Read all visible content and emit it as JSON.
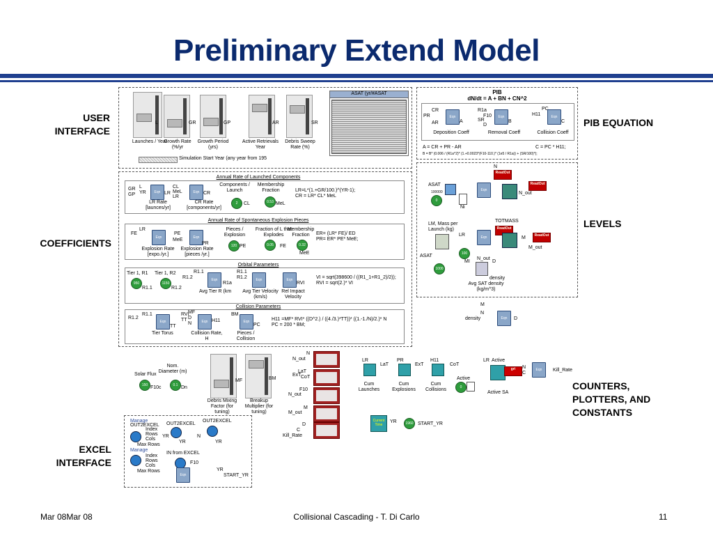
{
  "slide": {
    "title": "Preliminary Extend Model",
    "footer_left": "Mar 08Mar 08",
    "footer_center": "Collisional Cascading - T. Di Carlo",
    "footer_right": "11"
  },
  "section_labels": {
    "user_interface": "USER INTERFACE",
    "coefficients": "COEFFICIENTS",
    "excel_interface": "EXCEL INTERFACE",
    "pib_equation": "PIB EQUATION",
    "levels": "LEVELS",
    "counters": "COUNTERS, PLOTTERS, AND CONSTANTS"
  },
  "user_interface": {
    "sliders": [
      {
        "id": "L",
        "caption": "Launches / Year"
      },
      {
        "id": "GR",
        "caption": "Growth Rate (%/yr"
      },
      {
        "id": "GP",
        "caption": "Growth Period (yrs)"
      },
      {
        "id": "AR",
        "caption": "Active Retrievals Year"
      },
      {
        "id": "SR",
        "caption": "Debris Sweep Rate (%)"
      }
    ],
    "asat_title": "ASAT (yr/#ASAT",
    "sim_start": "Simulation Start Year (any year from 195"
  },
  "coefficients": {
    "launched": {
      "title": "Annual Rate of Launched Components",
      "inputs": [
        "GR",
        "YR",
        "GP"
      ],
      "lr_rate": "LR Rate [launces/yr]",
      "cr_rate": "CR Rate [components/yr]",
      "components_label": "Components / Launch",
      "membership_label": "Membership Fraction",
      "cl": "CL",
      "mel": "MeL",
      "eq1": "LR=L*(1.+GR/100.)^(YR-1);",
      "eq2": "CR = LR* CL* MeL"
    },
    "explosion": {
      "title": "Annual Rate of Spontaneous Explosion Pieces",
      "fe": "FE",
      "lr": "LR",
      "pe": "PE",
      "mee": "MeE",
      "pr": "PR",
      "er_rate": "Explosion Rate [expo./yr.]",
      "exp_rate": "Explosion Rate [pieces /yr.]",
      "pieces_label": "Pieces / Explosion",
      "fraction_label": "Fraction of L that Explodes",
      "membership_label": "Membership Fraction",
      "eq1": "ER= (LR* FE)/ ED",
      "eq2": "PR= ER* PE* MeE;"
    },
    "orbital": {
      "title": "Orbital Parameters",
      "tier1_r1": "Tier 1, R1",
      "tier1_r2": "Tier 1, R2",
      "r11": "R1.1",
      "r12": "R1.2",
      "r1a": "R1a",
      "rvi": "RVI",
      "avg_tier_r": "Avg Tier R (km",
      "avg_vel": "Avg Tier Velocity (km/s)",
      "rel_impact": "Rel Impact Velocity",
      "eq1": "VI = sqrt(398600 / ((R1_1+R1_2)/2));",
      "eq2": "RVI = sqrt(2.)* VI"
    },
    "collision": {
      "title": "Collision Parameters",
      "r12": "R1.2",
      "r11": "R1.1",
      "tt": "TT",
      "rvi": "RVI",
      "mf": "MF",
      "d": "D",
      "n": "N",
      "bm": "BM",
      "h11": "H11",
      "pc": "PC",
      "tier_torus": "Tier Torus",
      "collision_rate": "Collision Rate, H",
      "pieces_collision": "Pieces / Collision",
      "eq1": "H11 =MF* RVI* ((D^2.) / ((4./3.)*TT))* ((1.-1./N)/2.)* N",
      "eq2": "PC = 200 * BM;"
    }
  },
  "pib": {
    "title": "PIB",
    "equation": "dN/dt = A + BN + CN^2",
    "inputs_a": [
      "PR",
      "CR",
      "AR"
    ],
    "inputs_b": [
      "R1a",
      "F10",
      "SR",
      "D"
    ],
    "inputs_c": [
      "PC",
      "H11"
    ],
    "ports": [
      "A",
      "B",
      "C"
    ],
    "captions": [
      "Deposition Coeff",
      "Removal Coeff",
      "Collision Coeff"
    ],
    "eq_a": "A = CR + PR - AR",
    "eq_b": "B = B* (0.006 / (R1a^2)* (1.+0.0023*(F10-110.)* (1e5 / R1a)) + (SR/100)*);",
    "eq_c": "C = PC * H11;"
  },
  "levels": {
    "asat": "ASAT",
    "asat_value": "100000",
    "ni": "Ni",
    "n": "N",
    "n_out": "N_out",
    "readout": "ReadOut",
    "lm_label": "LM, Mass per Launch (kg)",
    "lr": "LR",
    "totmass": "TOTMASS",
    "m": "M",
    "m_out": "M_out",
    "mi": "MI",
    "density": "density",
    "avg_sat_density": "Avg SAT density (kg/m^3)",
    "d": "D",
    "m2": "M",
    "n2": "N",
    "density2": "density",
    "d2": "D"
  },
  "counters": {
    "plotters": [
      {
        "in1": "N",
        "in2": "N_out"
      },
      {
        "in1": "LaT",
        "in2": "CoT",
        "in3": "ExT"
      },
      {
        "in1": "F10",
        "in2": "N_out"
      },
      {
        "in1": "M",
        "in2": "M_out"
      },
      {
        "in1": "D",
        "in2": "C",
        "in3": "Kill_Rate"
      }
    ],
    "cum": [
      {
        "in": "LR",
        "out": "LaT",
        "caption": "Cum Launches"
      },
      {
        "in": "PR",
        "out": "ExT",
        "caption": "Cum Explosions"
      },
      {
        "in": "H11",
        "out": "CoT",
        "caption": "Cum Collisions"
      }
    ],
    "active": {
      "lr": "LR",
      "active": "Active",
      "caption": "Active SA",
      "n": "N",
      "c": "C",
      "kill": "Kill_Rate",
      "active2": "Active"
    },
    "current_time": {
      "label": "Current Time",
      "yr": "YR",
      "start": "START_YR"
    }
  },
  "constants": {
    "solar_flux": "Solar Flux",
    "f10c": "F10c",
    "nom_diam": "Nom. Diameter (m)",
    "dn": "Dn",
    "debris_mixing": "Debris Mixing Factor (for tuning)",
    "breakup": "Breakup Multiplier (for tuning)",
    "mf": "MF",
    "bm": "BM"
  },
  "excel": {
    "blocks": [
      "OUT2EXCEL",
      "OUT2EXCEL",
      "OUT2EXCEL"
    ],
    "manage": "Manage",
    "sub": [
      "Index",
      "Rows",
      "Cols",
      "Max Rows"
    ],
    "in_block": "IN from EXCEL",
    "yr": "YR",
    "n": "N",
    "f10": "F10",
    "start": "START_YR"
  }
}
